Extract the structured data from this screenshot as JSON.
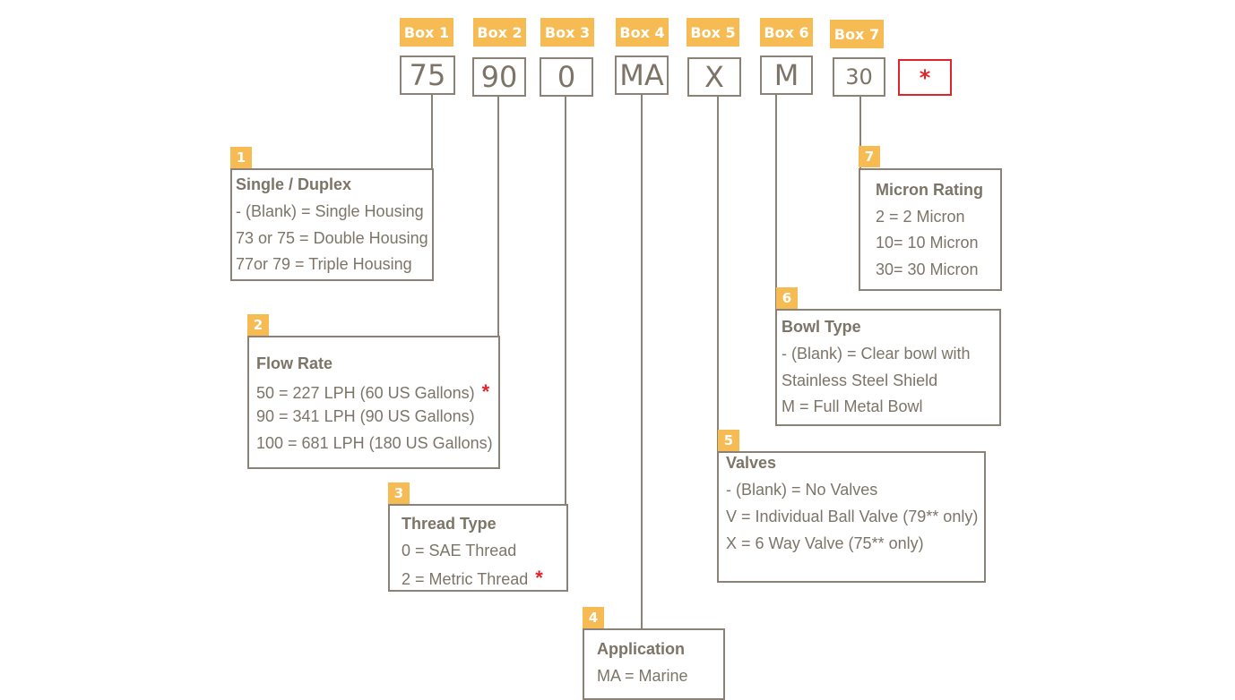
{
  "boxes": [
    {
      "tag": "Box 1",
      "code": "75"
    },
    {
      "tag": "Box 2",
      "code": "90"
    },
    {
      "tag": "Box 3",
      "code": "0"
    },
    {
      "tag": "Box 4",
      "code": "MA"
    },
    {
      "tag": "Box 5",
      "code": "X"
    },
    {
      "tag": "Box 6",
      "code": "M"
    },
    {
      "tag": "Box 7",
      "code": "30"
    }
  ],
  "note_marker": "*",
  "panels": {
    "p1": {
      "num": "1",
      "title": "Single / Duplex",
      "lines": [
        "- (Blank) = Single Housing",
        "73 or 75 = Double Housing",
        "77or 79 = Triple Housing"
      ]
    },
    "p2": {
      "num": "2",
      "title": "Flow Rate",
      "lines": [
        "50 = 227 LPH (60 US Gallons)",
        "90  = 341 LPH (90 US Gallons)",
        "100 = 681 LPH (180 US Gallons)"
      ],
      "marker": "*"
    },
    "p3": {
      "num": "3",
      "title": "Thread Type",
      "lines": [
        "0 = SAE Thread",
        "2 = Metric Thread"
      ],
      "marker": "*"
    },
    "p4": {
      "num": "4",
      "title": "Application",
      "lines": [
        "MA =  Marine"
      ]
    },
    "p5": {
      "num": "5",
      "title": "Valves",
      "lines": [
        "- (Blank) = No Valves",
        "V = Individual Ball Valve (79** only)",
        "X = 6 Way Valve (75** only)"
      ]
    },
    "p6": {
      "num": "6",
      "title": "Bowl Type",
      "lines": [
        "- (Blank) = Clear bowl with",
        "Stainless Steel Shield",
        "M = Full Metal Bowl"
      ]
    },
    "p7": {
      "num": "7",
      "title": "Micron Rating",
      "lines": [
        "2 = 2 Micron",
        "10= 10 Micron",
        "30= 30 Micron"
      ]
    }
  }
}
